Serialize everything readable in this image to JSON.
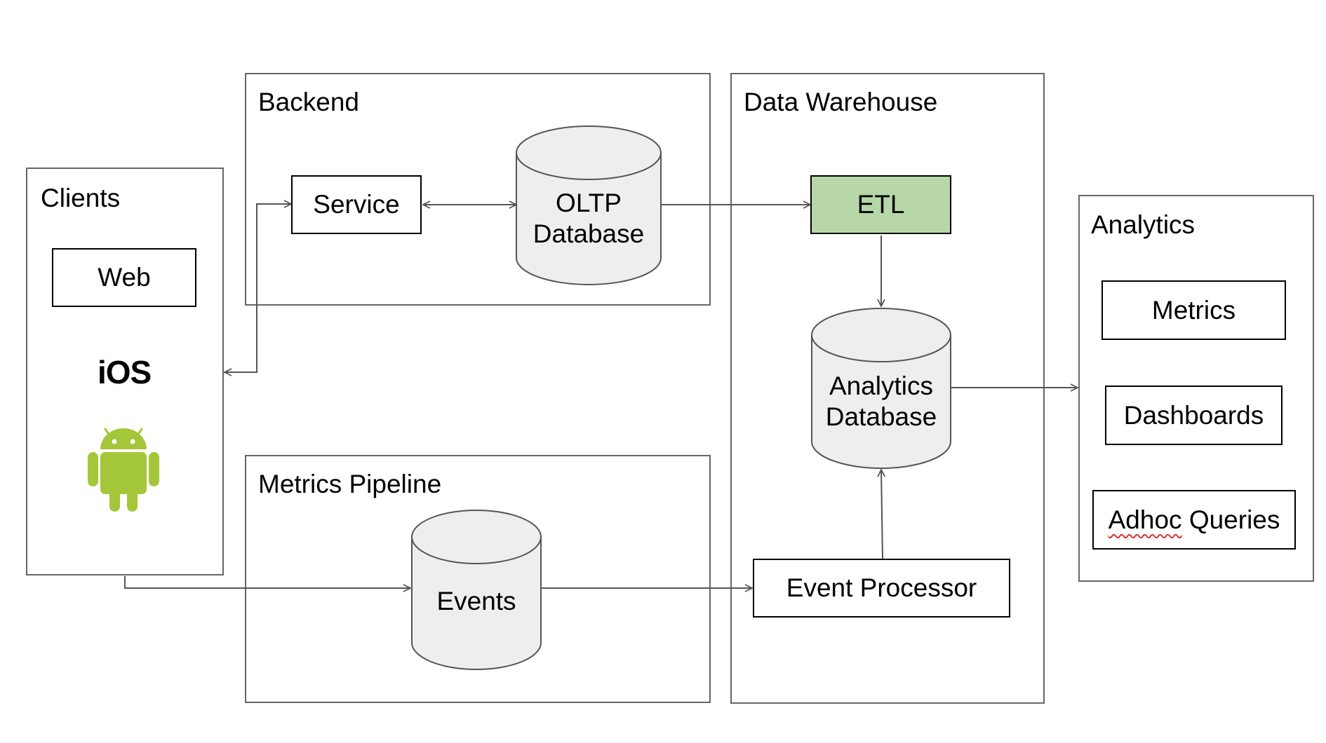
{
  "groups": {
    "clients": "Clients",
    "backend": "Backend",
    "data_warehouse": "Data Warehouse",
    "analytics": "Analytics",
    "metrics_pipeline": "Metrics Pipeline"
  },
  "nodes": {
    "web": "Web",
    "ios": "iOS",
    "android_icon": "android-robot",
    "service": "Service",
    "oltp_line1": "OLTP",
    "oltp_line2": "Database",
    "etl": "ETL",
    "analytics_db_line1": "Analytics",
    "analytics_db_line2": "Database",
    "events": "Events",
    "event_processor": "Event Processor",
    "metrics": "Metrics",
    "dashboards": "Dashboards",
    "adhoc_word1": "Adhoc",
    "adhoc_word2": "Queries"
  },
  "colors": {
    "etl_fill": "#b7d7a8",
    "cylinder_fill": "#eeeeee",
    "android_green": "#a4c639",
    "arrow": "#555555"
  }
}
